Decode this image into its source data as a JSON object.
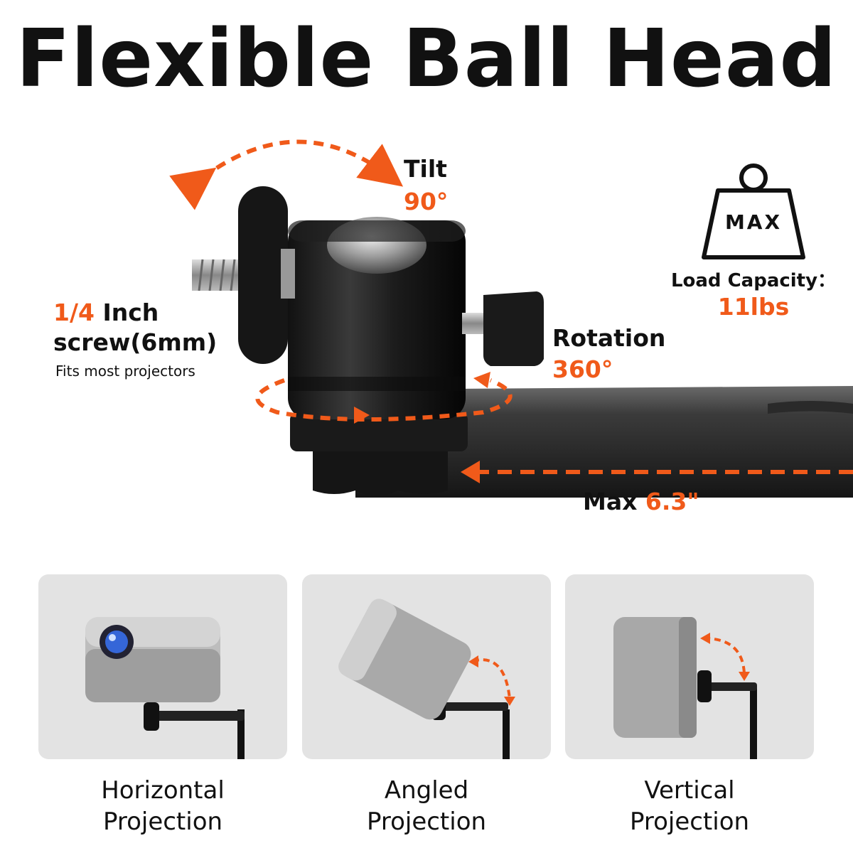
{
  "title": "Flexible Ball Head",
  "tilt": {
    "label": "Tilt",
    "value": "90°"
  },
  "screw": {
    "size": "1/4",
    "unit_text": " Inch",
    "line2": "screw(6mm)",
    "note": "Fits most projectors"
  },
  "rotation": {
    "label": "Rotation",
    "value": "360°"
  },
  "load": {
    "icon_text": "MAX",
    "label": "Load Capacity：",
    "value": "11lbs"
  },
  "extension": {
    "prefix": "Max ",
    "value": "6.3\""
  },
  "modes": [
    {
      "line1": "Horizontal",
      "line2": "Projection"
    },
    {
      "line1": "Angled",
      "line2": "Projection"
    },
    {
      "line1": "Vertical",
      "line2": "Projection"
    }
  ],
  "colors": {
    "accent": "#f05a1a",
    "panel": "#e3e3e3",
    "metal": "#1a1a1a"
  }
}
